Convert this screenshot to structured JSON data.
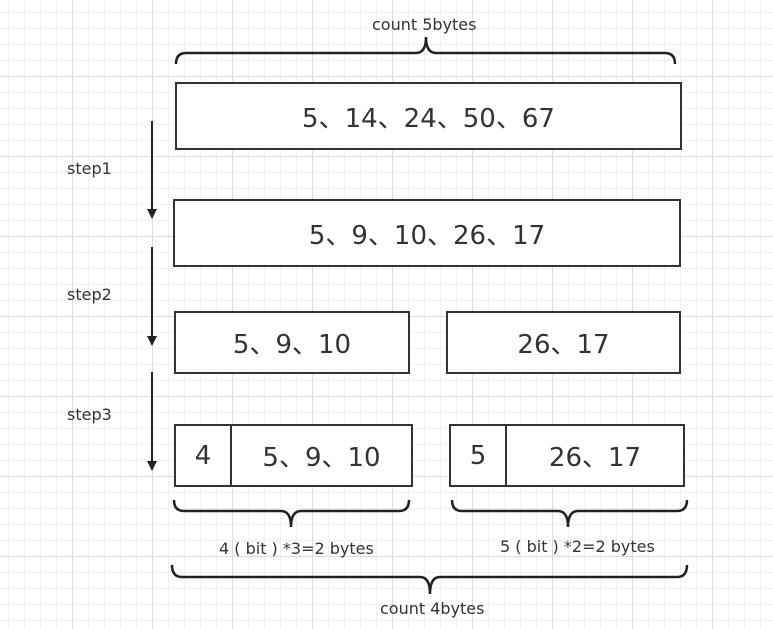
{
  "top_brace_label": "count  5bytes",
  "row1": "5、14、24、50、67",
  "row2": "5、9、10、26、17",
  "row3": {
    "left": "5、9、10",
    "right": "26、17"
  },
  "row4": {
    "left_width": "4",
    "left_values": "5、9、10",
    "right_width": "5",
    "right_values": "26、17"
  },
  "steps": [
    "step1",
    "step2",
    "step3"
  ],
  "left_brace_label": "4 ( bit ) *3=2 bytes",
  "right_brace_label": "5 ( bit ) *2=2 bytes",
  "bottom_brace_label": "count  4bytes"
}
